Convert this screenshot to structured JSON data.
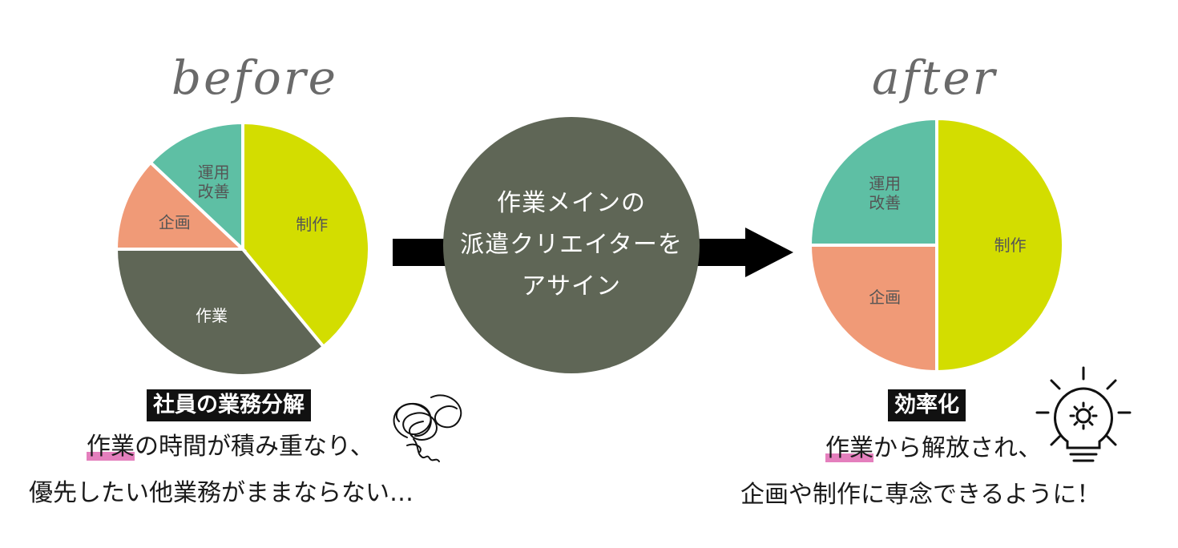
{
  "before": {
    "title": "before",
    "tag": "社員の業務分解",
    "caption_highlight": "作業",
    "caption_line1_rest": "の時間が積み重なり、",
    "caption_line2": "優先したい他業務がままならない…",
    "chart_data": {
      "type": "pie",
      "slices": [
        {
          "label": "制作",
          "value": 39,
          "color": "#d3dd00",
          "text_color": "#555555"
        },
        {
          "label": "作業",
          "value": 36,
          "color": "#5f6656",
          "text_color": "#ffffff"
        },
        {
          "label": "企画",
          "value": 12,
          "color": "#f09a77",
          "text_color": "#555555"
        },
        {
          "label": "運用\n改善",
          "value": 13,
          "color": "#5ebfa4",
          "text_color": "#555555"
        }
      ]
    }
  },
  "center": {
    "lines": [
      "作業メインの",
      "派遣クリエイターを",
      "アサイン"
    ],
    "circle_color": "#5f6656",
    "arrow_color": "#000000"
  },
  "after": {
    "title": "after",
    "tag": "効率化",
    "caption_highlight": "作業",
    "caption_line1_rest": "から解放され、",
    "caption_line2": "企画や制作に専念できるように！",
    "chart_data": {
      "type": "pie",
      "slices": [
        {
          "label": "制作",
          "value": 50,
          "color": "#d3dd00",
          "text_color": "#555555"
        },
        {
          "label": "企画",
          "value": 25,
          "color": "#f09a77",
          "text_color": "#555555"
        },
        {
          "label": "運用\n改善",
          "value": 25,
          "color": "#5ebfa4",
          "text_color": "#555555"
        }
      ]
    }
  },
  "icons": {
    "before": "tangled-scribble-icon",
    "after": "lightbulb-gear-icon"
  }
}
